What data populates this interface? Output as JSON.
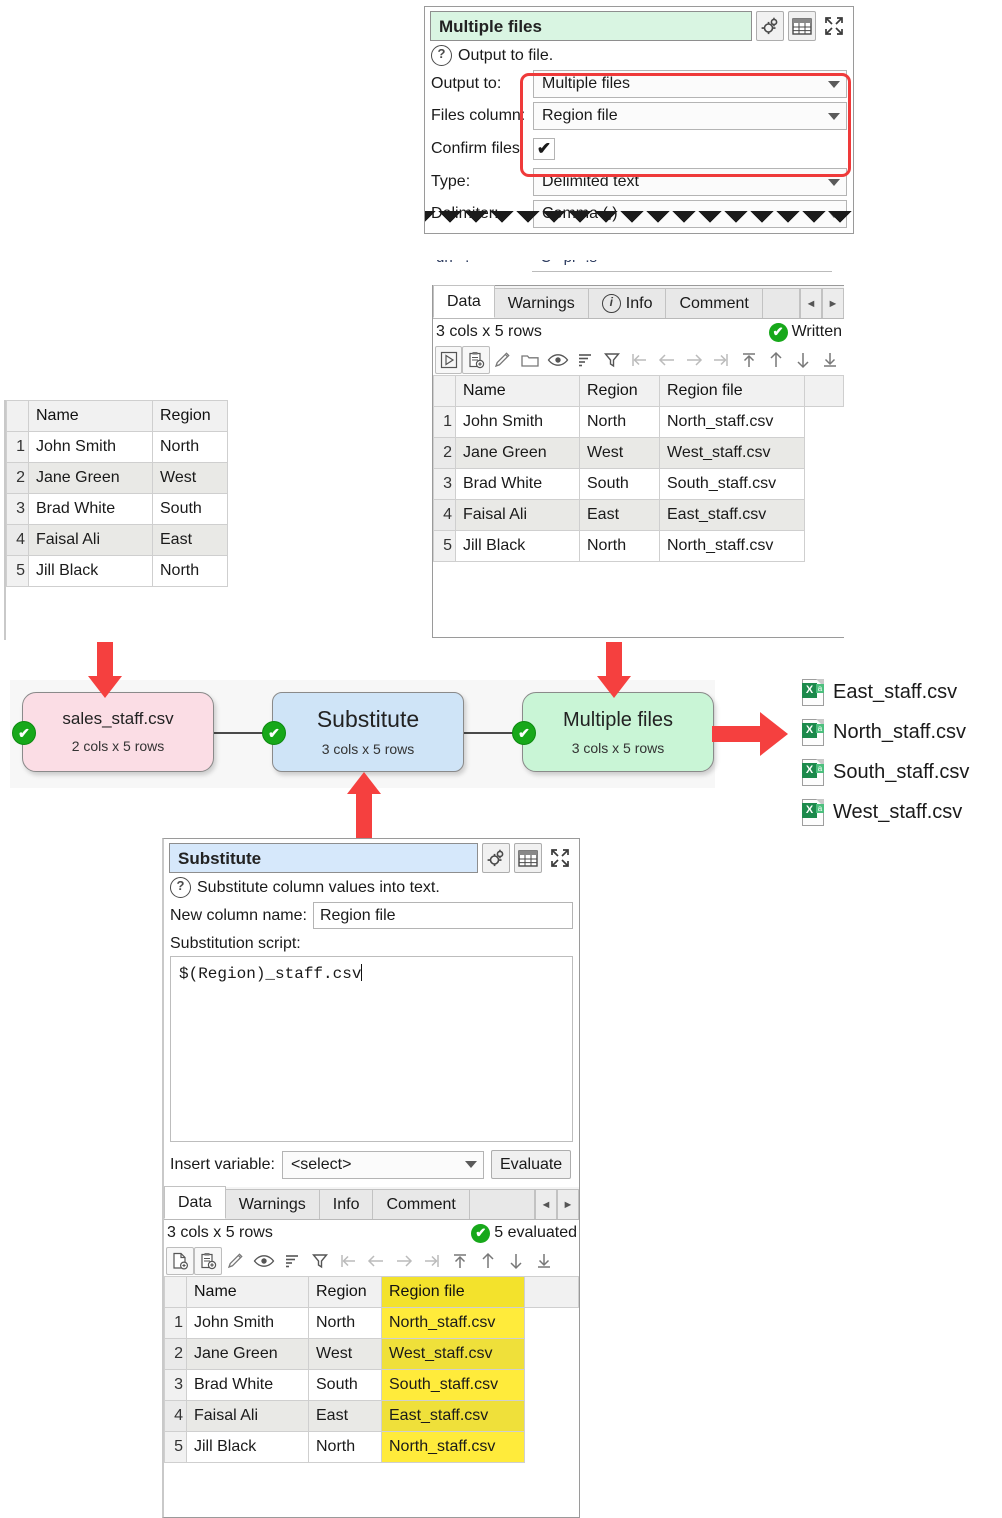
{
  "top_panel": {
    "title": "Multiple files",
    "help_text": "Output to file.",
    "rows": [
      {
        "label": "Output to:",
        "value": "Multiple files",
        "kind": "combo"
      },
      {
        "label": "Files column:",
        "value": "Region file",
        "kind": "combo"
      },
      {
        "label": "Confirm files:",
        "value": "✔",
        "kind": "checkbox"
      },
      {
        "label": "Type:",
        "value": "Delimited text",
        "kind": "combo"
      },
      {
        "label": "Delimiter:",
        "value": "Comma (,)",
        "kind": "combo"
      }
    ],
    "buttons": {
      "gear": "gear-icon",
      "table": "table-icon",
      "expand": "expand-icon"
    },
    "highlight_color": "#ef3a3a"
  },
  "middle_panel": {
    "tabs": [
      {
        "label": "Data",
        "active": true,
        "icon": ""
      },
      {
        "label": "Warnings",
        "active": false,
        "icon": ""
      },
      {
        "label": "Info",
        "active": false,
        "icon": "info-icon"
      },
      {
        "label": "Comment",
        "active": false,
        "icon": ""
      }
    ],
    "tab_prev": "◄",
    "tab_next": "►",
    "size_text": "3 cols x 5 rows",
    "status_text": "Written",
    "columns": [
      "Name",
      "Region",
      "Region file"
    ],
    "rows": [
      {
        "n": "1",
        "cells": [
          "John Smith",
          "North",
          "North_staff.csv"
        ]
      },
      {
        "n": "2",
        "cells": [
          "Jane Green",
          "West",
          "West_staff.csv"
        ]
      },
      {
        "n": "3",
        "cells": [
          "Brad White",
          "South",
          "South_staff.csv"
        ]
      },
      {
        "n": "4",
        "cells": [
          "Faisal Ali",
          "East",
          "East_staff.csv"
        ]
      },
      {
        "n": "5",
        "cells": [
          "Jill Black",
          "North",
          "North_staff.csv"
        ]
      }
    ]
  },
  "left_table": {
    "columns": [
      "Name",
      "Region"
    ],
    "rows": [
      {
        "n": "1",
        "cells": [
          "John Smith",
          "North"
        ]
      },
      {
        "n": "2",
        "cells": [
          "Jane Green",
          "West"
        ]
      },
      {
        "n": "3",
        "cells": [
          "Brad White",
          "South"
        ]
      },
      {
        "n": "4",
        "cells": [
          "Faisal Ali",
          "East"
        ]
      },
      {
        "n": "5",
        "cells": [
          "Jill Black",
          "North"
        ]
      }
    ]
  },
  "flow": {
    "nodes": [
      {
        "id": "source",
        "label": "sales_staff.csv",
        "sub": "2 cols x 5 rows",
        "color": "#fbdde5",
        "badge": "✔"
      },
      {
        "id": "substitute",
        "label": "Substitute",
        "sub": "3 cols x 5 rows",
        "color": "#cfe4f7",
        "badge": "✔"
      },
      {
        "id": "output",
        "label": "Multiple files",
        "sub": "3 cols x 5 rows",
        "color": "#c9f5d6",
        "badge": "✔"
      }
    ],
    "output_files": [
      "East_staff.csv",
      "North_staff.csv",
      "South_staff.csv",
      "West_staff.csv"
    ],
    "annotation_arrow_color": "#f5403f"
  },
  "bottom_panel": {
    "title": "Substitute",
    "help_text": "Substitute column values into text.",
    "new_column_label": "New column name:",
    "new_column_value": "Region file",
    "script_label": "Substitution script:",
    "script_value": "$(Region)_staff.csv",
    "insert_variable_label": "Insert variable:",
    "insert_variable_value": "<select>",
    "evaluate_label": "Evaluate",
    "tabs": [
      {
        "label": "Data",
        "active": true
      },
      {
        "label": "Warnings",
        "active": false
      },
      {
        "label": "Info",
        "active": false
      },
      {
        "label": "Comment",
        "active": false
      }
    ],
    "tab_prev": "◄",
    "tab_next": "►",
    "size_text": "3 cols x 5 rows",
    "status_text": "5 evaluated",
    "columns": [
      "Name",
      "Region",
      "Region file"
    ],
    "highlight_column_index": 2,
    "rows": [
      {
        "n": "1",
        "cells": [
          "John Smith",
          "North",
          "North_staff.csv"
        ]
      },
      {
        "n": "2",
        "cells": [
          "Jane Green",
          "West",
          "West_staff.csv"
        ]
      },
      {
        "n": "3",
        "cells": [
          "Brad White",
          "South",
          "South_staff.csv"
        ]
      },
      {
        "n": "4",
        "cells": [
          "Faisal Ali",
          "East",
          "East_staff.csv"
        ]
      },
      {
        "n": "5",
        "cells": [
          "Jill Black",
          "North",
          "North_staff.csv"
        ]
      }
    ]
  },
  "toolbar_icons": [
    "run-icon",
    "paste-icon",
    "edit-icon",
    "folder-icon",
    "eye-icon",
    "sort-icon",
    "filter-icon",
    "first-col-icon",
    "prev-col-icon",
    "next-col-icon",
    "last-col-icon",
    "first-row-icon",
    "prev-row-icon",
    "next-row-icon",
    "last-row-icon"
  ],
  "toolbar_icons_bottom": [
    "new-file-icon",
    "paste-icon",
    "edit-icon",
    "eye-icon",
    "sort-icon",
    "filter-icon",
    "first-col-icon",
    "prev-col-icon",
    "next-col-icon",
    "last-col-icon",
    "first-row-icon",
    "prev-row-icon",
    "next-row-icon",
    "last-row-icon"
  ]
}
